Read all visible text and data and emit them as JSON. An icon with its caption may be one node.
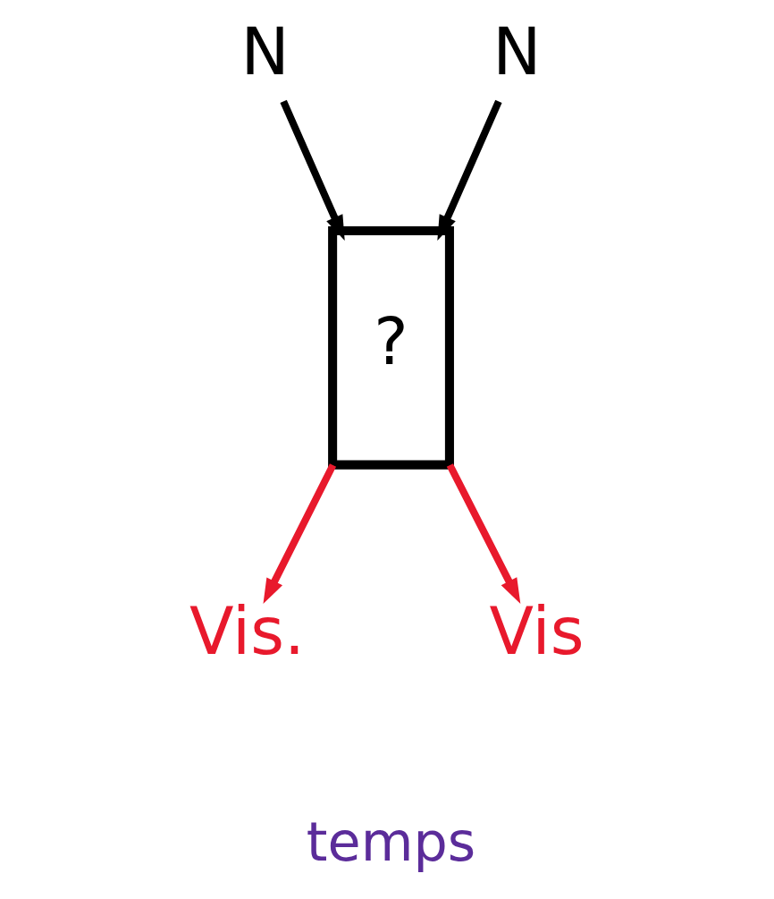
{
  "diagram": {
    "nodes": [
      {
        "text": [
          "N"
        ]
      },
      {
        "text": [
          "N"
        ]
      },
      {
        "text": [
          "?"
        ]
      },
      {
        "text": [
          "Vis."
        ]
      },
      {
        "text": [
          "Vis"
        ]
      }
    ],
    "edges": [
      {
        "from": 0,
        "to": 2,
        "arrow": "to"
      },
      {
        "from": 1,
        "to": 2,
        "arrow": "to"
      },
      {
        "from": 2,
        "to": 3,
        "arrow": "to",
        "color": "#e8192c"
      },
      {
        "from": 2,
        "to": 4,
        "arrow": "to",
        "color": "#e8192c"
      }
    ],
    "labels": [
      "temps"
    ]
  }
}
